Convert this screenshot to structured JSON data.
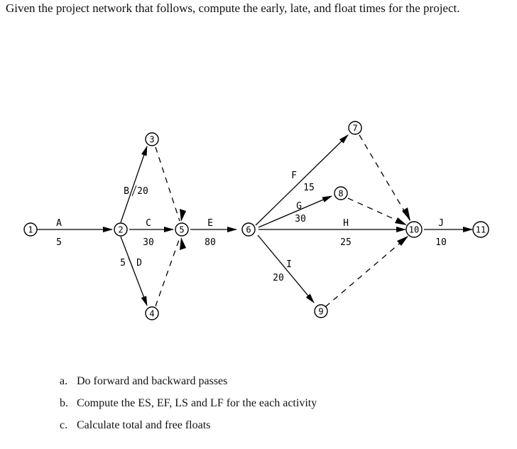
{
  "question": "Given the project network that follows, compute the early, late, and float times for the project.",
  "network": {
    "nodes": [
      "1",
      "2",
      "3",
      "4",
      "5",
      "6",
      "7",
      "8",
      "9",
      "10",
      "11"
    ],
    "activities": [
      {
        "name": "A",
        "duration": "5",
        "from": "1",
        "to": "2"
      },
      {
        "name": "B",
        "duration": "20",
        "from": "2",
        "to": "3"
      },
      {
        "name": "C",
        "duration": "30",
        "from": "2",
        "to": "5"
      },
      {
        "name": "D",
        "duration": "5",
        "from": "2",
        "to": "4"
      },
      {
        "name": "E",
        "duration": "80",
        "from": "5",
        "to": "6"
      },
      {
        "name": "F",
        "duration": "15",
        "from": "6",
        "to": "7"
      },
      {
        "name": "G",
        "duration": "30",
        "from": "6",
        "to": "8"
      },
      {
        "name": "I",
        "duration": "20",
        "from": "6",
        "to": "9"
      },
      {
        "name": "H",
        "duration": "25",
        "from": "6",
        "to": "10"
      },
      {
        "name": "J",
        "duration": "10",
        "from": "10",
        "to": "11"
      }
    ],
    "dummies": [
      {
        "from": "3",
        "to": "5"
      },
      {
        "from": "4",
        "to": "5"
      },
      {
        "from": "7",
        "to": "10"
      },
      {
        "from": "8",
        "to": "10"
      },
      {
        "from": "9",
        "to": "10"
      }
    ]
  },
  "tasks": [
    {
      "mark": "a.",
      "text": "Do forward and backward passes"
    },
    {
      "mark": "b.",
      "text": "Compute the ES, EF, LS and LF for the each activity"
    },
    {
      "mark": "c.",
      "text": "Calculate total and free floats"
    }
  ]
}
